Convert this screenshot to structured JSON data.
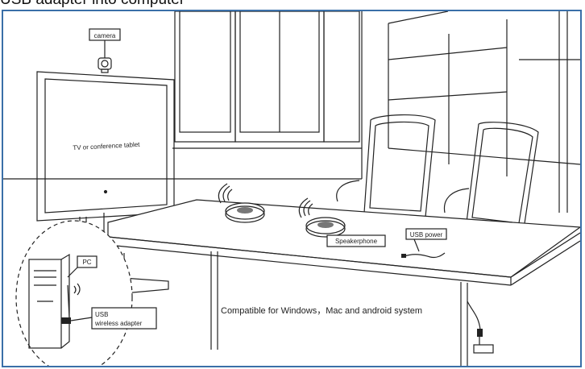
{
  "caption": "USB adapter into computer",
  "labels": {
    "camera": "camera",
    "tv": "TV or conference tablet",
    "pc": "PC",
    "usb_adapter_line1": "USB",
    "usb_adapter_line2": "wireless adapter",
    "speakerphone": "Speakerphone",
    "usb_power": "USB power",
    "compatibility": "Compatible for Windows，Mac and android system"
  }
}
